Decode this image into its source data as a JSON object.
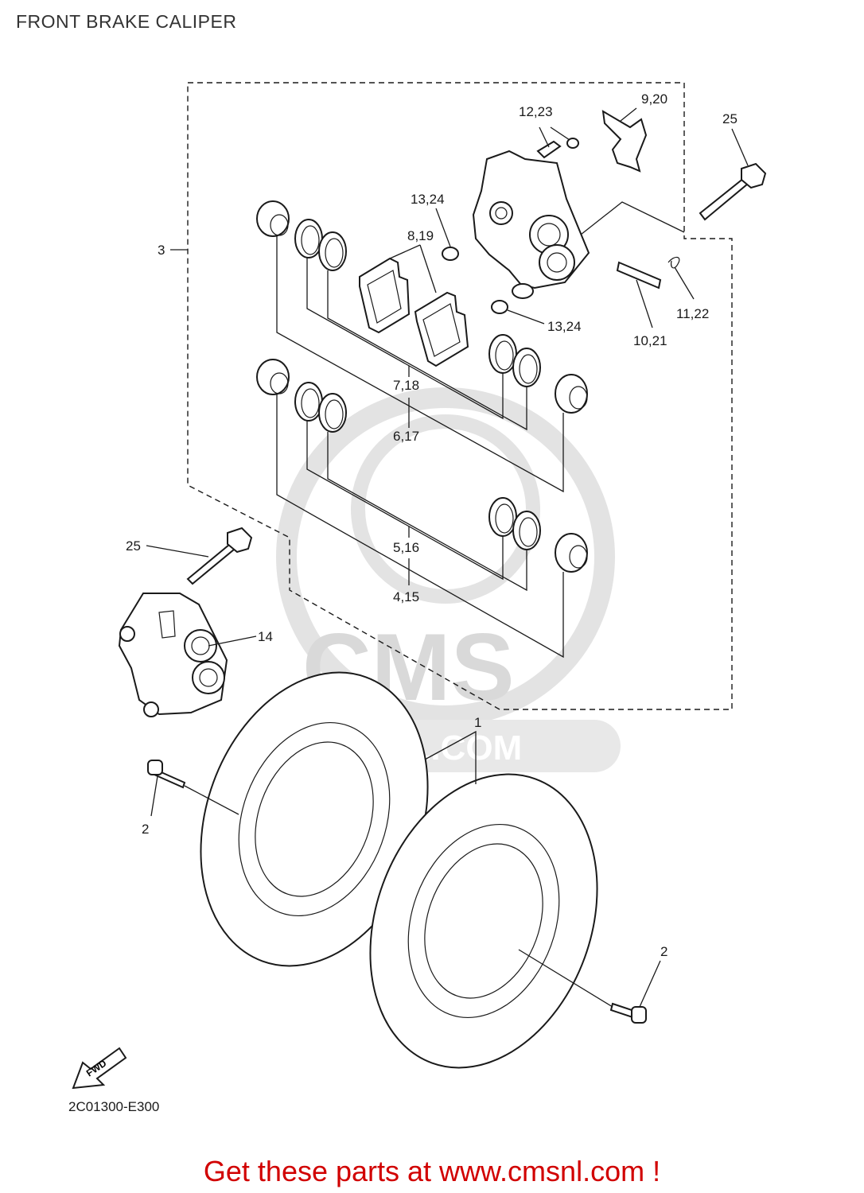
{
  "page": {
    "title": "FRONT BRAKE CALIPER",
    "diagram_code": "2C01300-E300",
    "footer_text": "Get these parts at www.cmsnl.com !"
  },
  "watermark": {
    "logo_text": "CMS",
    "url_text": "CMSNL.COM"
  },
  "fwd_marker": "FWD",
  "callouts": {
    "c1": "1",
    "c2a": "2",
    "c2b": "2",
    "c3": "3",
    "c4_15": "4,15",
    "c5_16": "5,16",
    "c6_17": "6,17",
    "c7_18": "7,18",
    "c8_19": "8,19",
    "c9_20": "9,20",
    "c10_21": "10,21",
    "c11_22": "11,22",
    "c12_23": "12,23",
    "c13_24a": "13,24",
    "c13_24b": "13,24",
    "c14": "14",
    "c25a": "25",
    "c25b": "25"
  }
}
